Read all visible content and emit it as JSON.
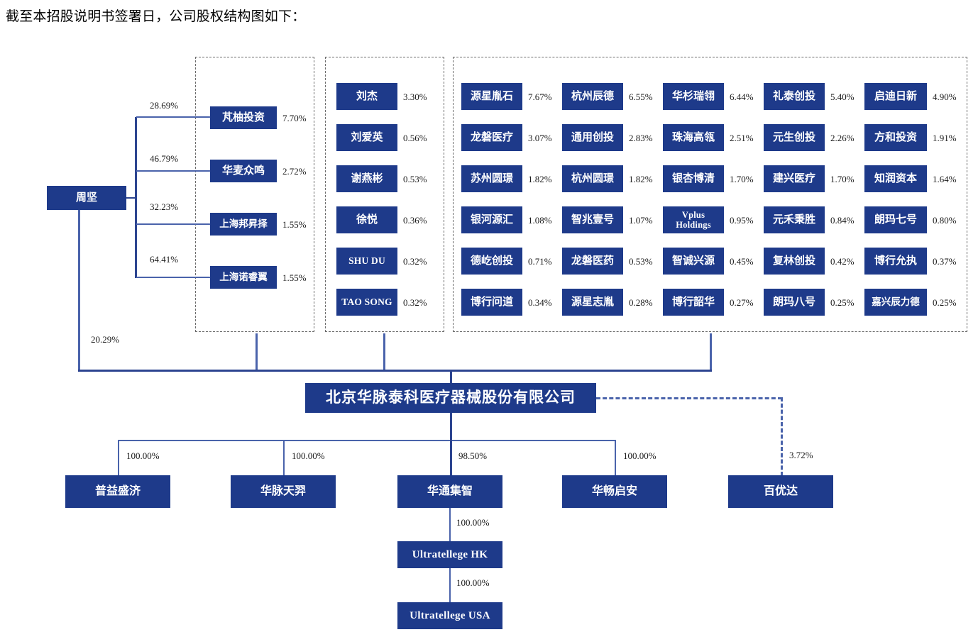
{
  "caption": "截至本招股说明书签署日，公司股权结构图如下：",
  "colors": {
    "box_navy": "#1e3a8a",
    "connector_blue": "#4a63ab",
    "connector_dark": "#2c4490",
    "frame_dashed": "#6b6b6b",
    "text_dark": "#1a1a1a"
  },
  "controller": {
    "name": "周坚",
    "direct_pct": "20.29%"
  },
  "controlled_entities": [
    {
      "name": "芃柚投资",
      "control_pct": "28.69%",
      "hold_pct": "7.70%"
    },
    {
      "name": "华麦众鸣",
      "control_pct": "46.79%",
      "hold_pct": "2.72%"
    },
    {
      "name": "上海邦昇择",
      "control_pct": "32.23%",
      "hold_pct": "1.55%"
    },
    {
      "name": "上海诺睿翼",
      "control_pct": "64.41%",
      "hold_pct": "1.55%"
    }
  ],
  "individual_shareholders": [
    {
      "name": "刘杰",
      "pct": "3.30%"
    },
    {
      "name": "刘爱英",
      "pct": "0.56%"
    },
    {
      "name": "谢燕彬",
      "pct": "0.53%"
    },
    {
      "name": "徐悦",
      "pct": "0.36%"
    },
    {
      "name": "SHU DU",
      "pct": "0.32%"
    },
    {
      "name": "TAO SONG",
      "pct": "0.32%"
    }
  ],
  "institutional_shareholders": {
    "columns": [
      [
        {
          "name": "源星胤石",
          "pct": "7.67%"
        },
        {
          "name": "龙磐医疗",
          "pct": "3.07%"
        },
        {
          "name": "苏州圆璟",
          "pct": "1.82%"
        },
        {
          "name": "银河源汇",
          "pct": "1.08%"
        },
        {
          "name": "德屹创投",
          "pct": "0.71%"
        },
        {
          "name": "博行问道",
          "pct": "0.34%"
        }
      ],
      [
        {
          "name": "杭州辰德",
          "pct": "6.55%"
        },
        {
          "name": "通用创投",
          "pct": "2.83%"
        },
        {
          "name": "杭州圆璟",
          "pct": "1.82%"
        },
        {
          "name": "智兆壹号",
          "pct": "1.07%"
        },
        {
          "name": "龙磐医药",
          "pct": "0.53%"
        },
        {
          "name": "源星志胤",
          "pct": "0.28%"
        }
      ],
      [
        {
          "name": "华杉瑞翎",
          "pct": "6.44%"
        },
        {
          "name": "珠海高瓴",
          "pct": "2.51%"
        },
        {
          "name": "银杏博清",
          "pct": "1.70%"
        },
        {
          "name": "Vplus Holdings",
          "pct": "0.95%"
        },
        {
          "name": "智诚兴源",
          "pct": "0.45%"
        },
        {
          "name": "博行韶华",
          "pct": "0.27%"
        }
      ],
      [
        {
          "name": "礼泰创投",
          "pct": "5.40%"
        },
        {
          "name": "元生创投",
          "pct": "2.26%"
        },
        {
          "name": "建兴医疗",
          "pct": "1.70%"
        },
        {
          "name": "元禾秉胜",
          "pct": "0.84%"
        },
        {
          "name": "复林创投",
          "pct": "0.42%"
        },
        {
          "name": "朗玛八号",
          "pct": "0.25%"
        }
      ],
      [
        {
          "name": "启迪日新",
          "pct": "4.90%"
        },
        {
          "name": "方和投资",
          "pct": "1.91%"
        },
        {
          "name": "知润资本",
          "pct": "1.64%"
        },
        {
          "name": "朗玛七号",
          "pct": "0.80%"
        },
        {
          "name": "博行允执",
          "pct": "0.37%"
        },
        {
          "name": "嘉兴辰力德",
          "pct": "0.25%"
        }
      ]
    ]
  },
  "issuer": {
    "name": "北京华脉泰科医疗器械股份有限公司"
  },
  "subsidiaries": [
    {
      "name": "普益盛济",
      "pct": "100.00%"
    },
    {
      "name": "华脉天羿",
      "pct": "100.00%"
    },
    {
      "name": "华通集智",
      "pct": "98.50%"
    },
    {
      "name": "华畅启安",
      "pct": "100.00%"
    }
  ],
  "associate": {
    "name": "百优达",
    "pct": "3.72%"
  },
  "overseas_chain": [
    {
      "name": "Ultratellege HK",
      "pct": "100.00%"
    },
    {
      "name": "Ultratellege USA",
      "pct": "100.00%"
    }
  ]
}
